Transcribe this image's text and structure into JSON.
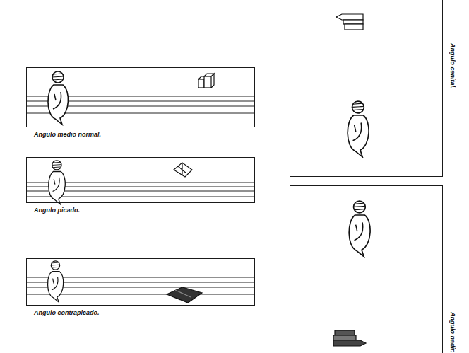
{
  "diagram": {
    "nodes": [
      {
        "text": [
          "Angulo medio normal."
        ]
      },
      {
        "text": [
          "Angulo picado."
        ]
      },
      {
        "text": [
          "Angulo contrapicado."
        ]
      },
      {
        "text": [
          "Angulo cenital."
        ]
      },
      {
        "text": [
          "Angulo nadir."
        ]
      }
    ]
  }
}
